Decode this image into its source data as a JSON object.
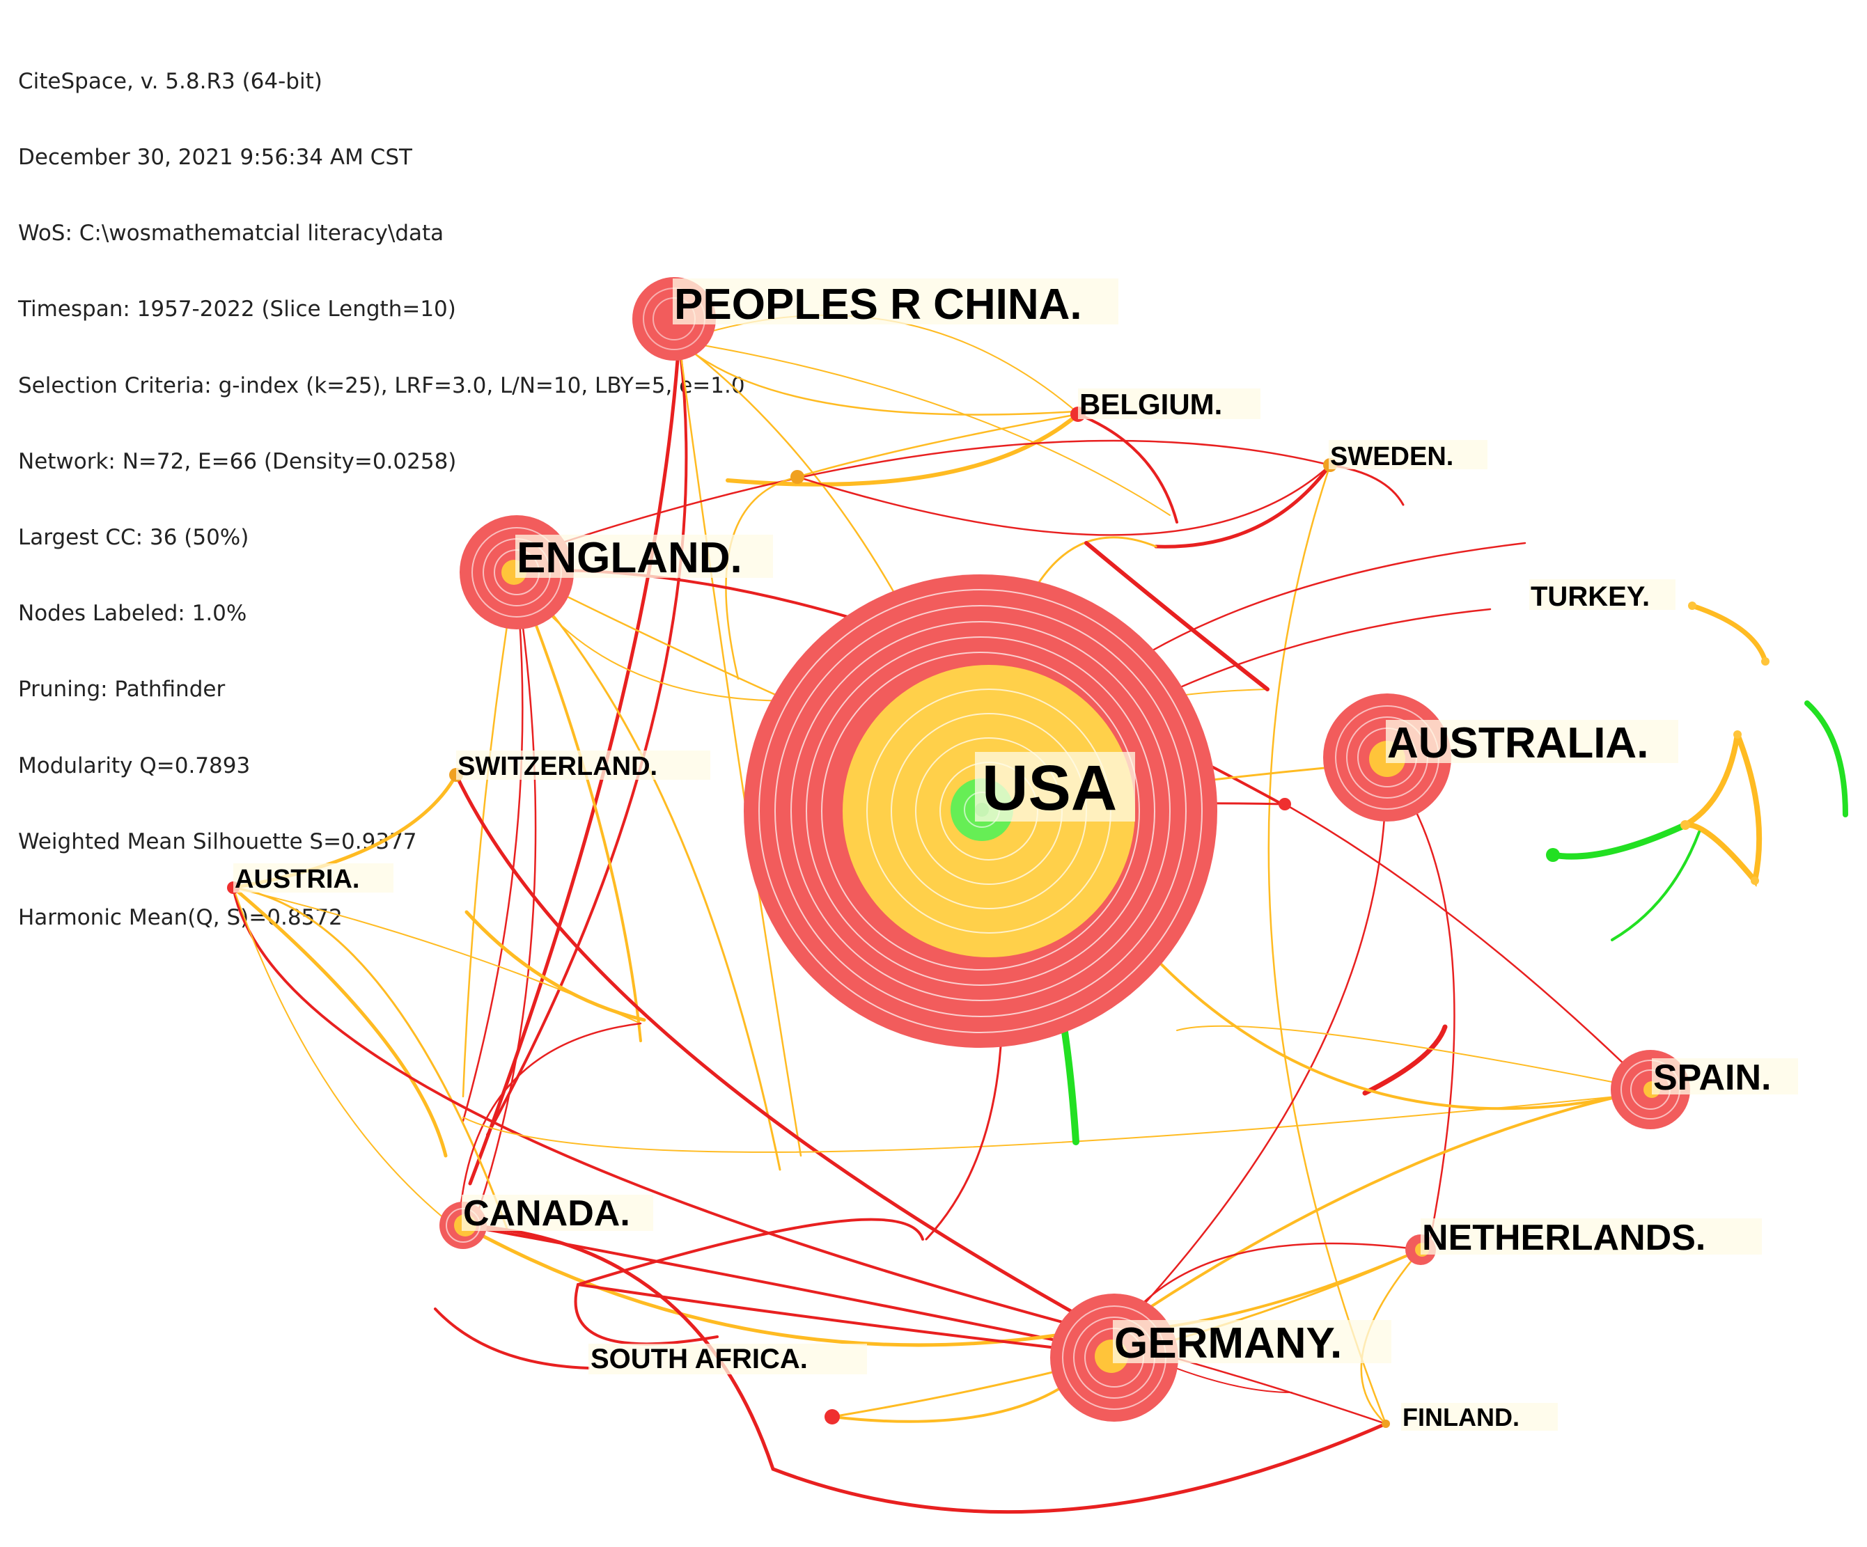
{
  "header": {
    "lines": [
      "CiteSpace, v. 5.8.R3 (64-bit)",
      "December 30, 2021 9:56:34 AM CST",
      "WoS: C:\\wosmathematcial literacy\\data",
      "Timespan: 1957-2022 (Slice Length=10)",
      "Selection Criteria: g-index (k=25), LRF=3.0, L/N=10, LBY=5, e=1.0",
      "Network: N=72, E=66 (Density=0.0258)",
      "Largest CC: 36 (50%)",
      "Nodes Labeled: 1.0%",
      "Pruning: Pathfinder",
      "Modularity Q=0.7893",
      "Weighted Mean Silhouette S=0.9377",
      "Harmonic Mean(Q, S)=0.8572"
    ]
  },
  "colors": {
    "red": "#ef2f2f",
    "ring_red": "#f25c5c",
    "yellow": "#ffc43a",
    "green": "#22e022",
    "label_bg": "#fffbe6"
  },
  "nodes": [
    {
      "id": "usa",
      "label": "USA"
    },
    {
      "id": "china",
      "label": "PEOPLES R CHINA."
    },
    {
      "id": "england",
      "label": "ENGLAND."
    },
    {
      "id": "australia",
      "label": "AUSTRALIA."
    },
    {
      "id": "germany",
      "label": "GERMANY."
    },
    {
      "id": "spain",
      "label": "SPAIN."
    },
    {
      "id": "canada",
      "label": "CANADA."
    },
    {
      "id": "netherlands",
      "label": "NETHERLANDS."
    },
    {
      "id": "belgium",
      "label": "BELGIUM."
    },
    {
      "id": "sweden",
      "label": "SWEDEN."
    },
    {
      "id": "turkey",
      "label": "TURKEY."
    },
    {
      "id": "switzerland",
      "label": "SWITZERLAND."
    },
    {
      "id": "austria",
      "label": "AUSTRIA."
    },
    {
      "id": "south_africa",
      "label": "SOUTH AFRICA."
    },
    {
      "id": "finland",
      "label": "FINLAND."
    }
  ]
}
